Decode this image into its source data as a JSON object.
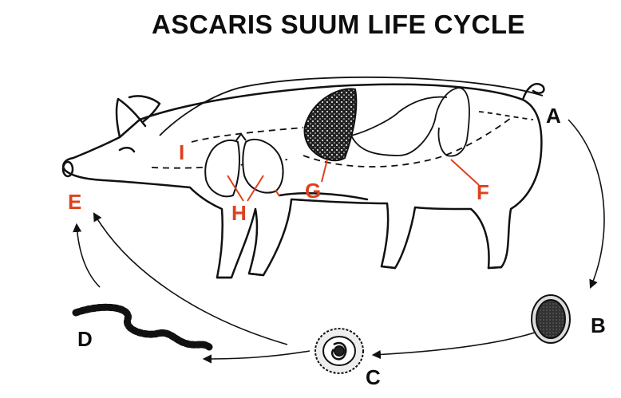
{
  "title": "ASCARIS SUUM LIFE CYCLE",
  "labels": {
    "A": "A",
    "B": "B",
    "C": "C",
    "D": "D",
    "E": "E",
    "F": "F",
    "G": "G",
    "H": "H",
    "I": "I"
  },
  "colors": {
    "text": "#0d0d0d",
    "organ_label": "#e0401c",
    "line_art": "#111111",
    "background": "#ffffff"
  }
}
